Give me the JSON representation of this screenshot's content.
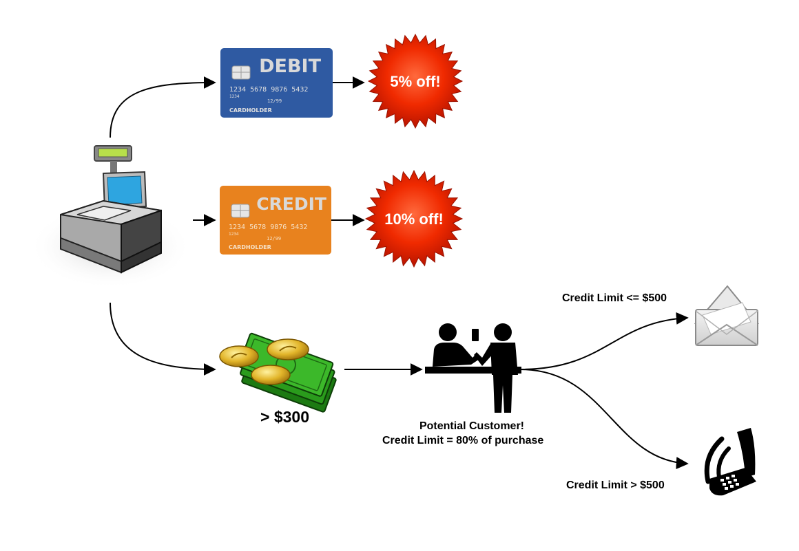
{
  "cards": {
    "debit": {
      "title": "DEBIT",
      "number": "1234  5678  9876  5432",
      "small_num": "1234",
      "valid": "12/99",
      "holder": "CARDHOLDER",
      "color": "#2f5aa2"
    },
    "credit": {
      "title": "CREDIT",
      "number": "1234  5678  9876  5432",
      "small_num": "1234",
      "valid": "12/99",
      "holder": "CARDHOLDER",
      "color": "#e8821e"
    }
  },
  "badges": {
    "debit_discount": "5% off!",
    "credit_discount": "10% off!",
    "color": "#e01a00"
  },
  "cash": {
    "threshold": "> $300"
  },
  "customer": {
    "line1": "Potential Customer!",
    "line2": "Credit Limit = 80% of purchase"
  },
  "outcomes": {
    "low": "Credit Limit <= $500",
    "high": "Credit Limit > $500"
  },
  "icons": [
    "cash-register-icon",
    "envelope-icon",
    "mobile-phone-icon",
    "customer-counter-icon",
    "cash-coins-icon"
  ]
}
